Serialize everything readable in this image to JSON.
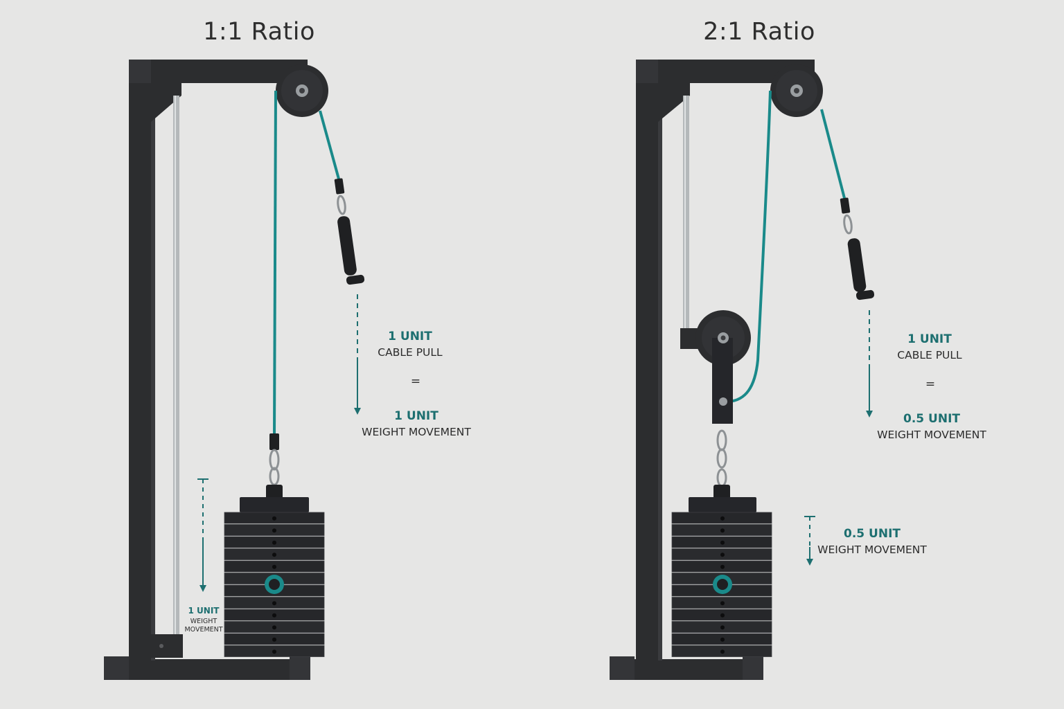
{
  "colors": {
    "background": "#e6e6e5",
    "frame": "#2c2d2f",
    "cable": "#1a8a8a",
    "accent_text": "#1d6f70",
    "guide_rod": "#b4b8ba"
  },
  "panels": {
    "left": {
      "title": "1:1 Ratio",
      "cable_pull": {
        "amount": "1 UNIT",
        "label": "CABLE PULL"
      },
      "equals": "=",
      "weight_result": {
        "amount": "1 UNIT",
        "label": "WEIGHT MOVEMENT"
      },
      "stack_movement": {
        "amount": "1 UNIT",
        "line1": "WEIGHT",
        "line2": "MOVEMENT"
      }
    },
    "right": {
      "title": "2:1 Ratio",
      "cable_pull": {
        "amount": "1 UNIT",
        "label": "CABLE PULL"
      },
      "equals": "=",
      "weight_result": {
        "amount": "0.5 UNIT",
        "label": "WEIGHT MOVEMENT"
      },
      "stack_movement": {
        "amount": "0.5 UNIT",
        "label": "WEIGHT MOVEMENT"
      }
    }
  }
}
